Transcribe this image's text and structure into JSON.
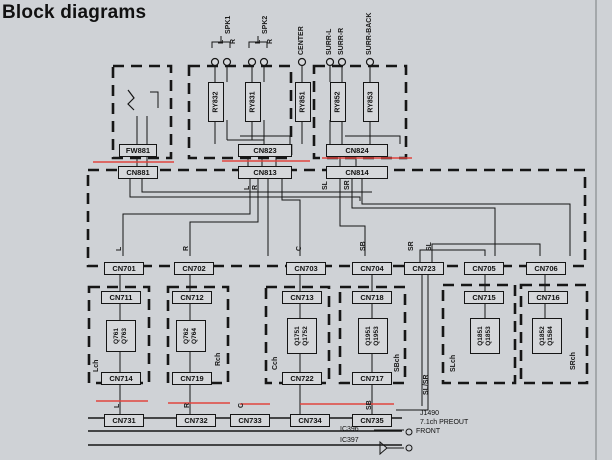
{
  "title": "Block diagrams",
  "outputs": {
    "spk1": "SPK1",
    "spk2": "SPK2",
    "center": "CENTER",
    "surr_l": "SURR-L",
    "surr_r": "SURR-R",
    "surr_back": "SURR-BACK",
    "l": "L",
    "r": "R"
  },
  "relays": [
    "RY832",
    "RY831",
    "RY851",
    "RY852",
    "RY853"
  ],
  "connectors": {
    "fw881": "FW881",
    "cn823": "CN823",
    "cn824": "CN824",
    "cn881": "CN881",
    "cn813": "CN813",
    "cn814": "CN814",
    "cn701": "CN701",
    "cn702": "CN702",
    "cn703": "CN703",
    "cn704": "CN704",
    "cn723": "CN723",
    "cn705": "CN705",
    "cn706": "CN706",
    "cn711": "CN711",
    "cn712": "CN712",
    "cn713": "CN713",
    "cn718": "CN718",
    "cn715": "CN715",
    "cn716": "CN716",
    "cn714": "CN714",
    "cn719": "CN719",
    "cn722": "CN722",
    "cn717": "CN717",
    "cn731": "CN731",
    "cn732": "CN732",
    "cn733": "CN733",
    "cn734": "CN734",
    "cn735": "CN735"
  },
  "transistors": {
    "lch": "Q761\nQ763",
    "rch": "Q762\nQ764",
    "cch": "Q1751\nQ1752",
    "sbch": "Q1951\nQ1953",
    "slch": "Q1851\nQ1853",
    "srch": "Q1852\nQ1584"
  },
  "channels": {
    "lch": "Lch",
    "rch": "Rch",
    "cch": "Cch",
    "sbch": "SBch",
    "slch": "SLch",
    "srch": "SRch"
  },
  "signals": {
    "l": "L",
    "r": "R",
    "c": "C",
    "sb": "SB",
    "sl": "SL",
    "sr": "SR",
    "slsr": "SL/SR"
  },
  "footer": {
    "j1490": "J1490",
    "preout": "7.1ch PREOUT",
    "front": "FRONT",
    "ic396": "IC396",
    "ic397": "IC397"
  }
}
